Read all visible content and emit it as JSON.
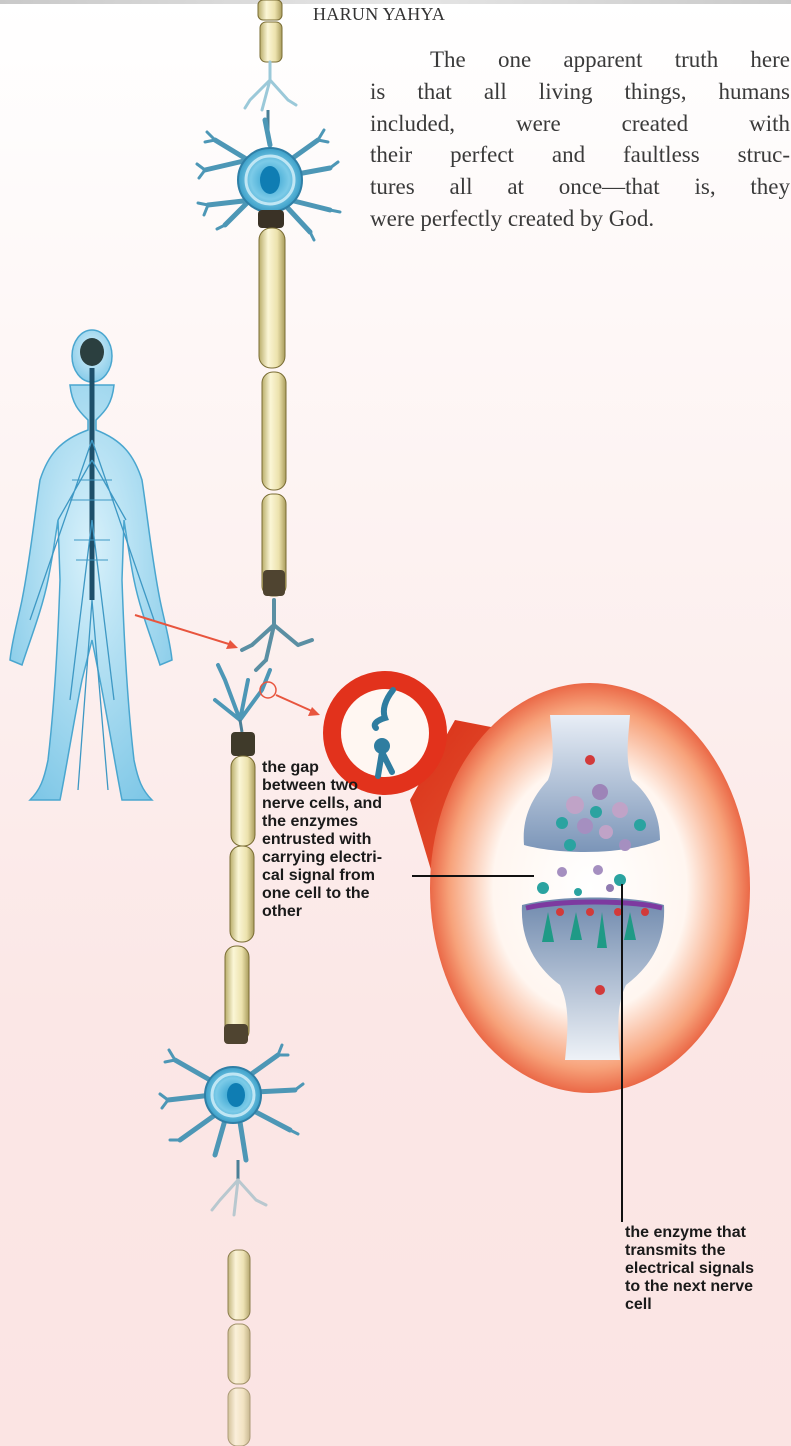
{
  "header": {
    "title": "HARUN YAHYA"
  },
  "paragraph": {
    "lines": [
      "The one apparent truth here",
      "is that all living things, humans",
      "included, were created with",
      "their perfect and faultless struc-",
      "tures all at once—that is, they",
      "were perfectly created by God."
    ]
  },
  "labels": {
    "gap": {
      "lines": [
        "the gap",
        "between two",
        "nerve cells, and",
        "the enzymes",
        "entrusted with",
        "carrying electri-",
        "cal signal from",
        "one cell to the",
        "other"
      ]
    },
    "enzyme": {
      "lines": [
        "the enzyme that",
        "transmits the",
        "electrical signals",
        "to the next nerve",
        "cell"
      ]
    }
  },
  "colors": {
    "background": "#fbe7e6",
    "nerve_blue": "#5bb4dc",
    "axon_cream": "#efe6b8",
    "magnifier_red": "#e2321c",
    "pointer_arrow": "#e8553e"
  }
}
